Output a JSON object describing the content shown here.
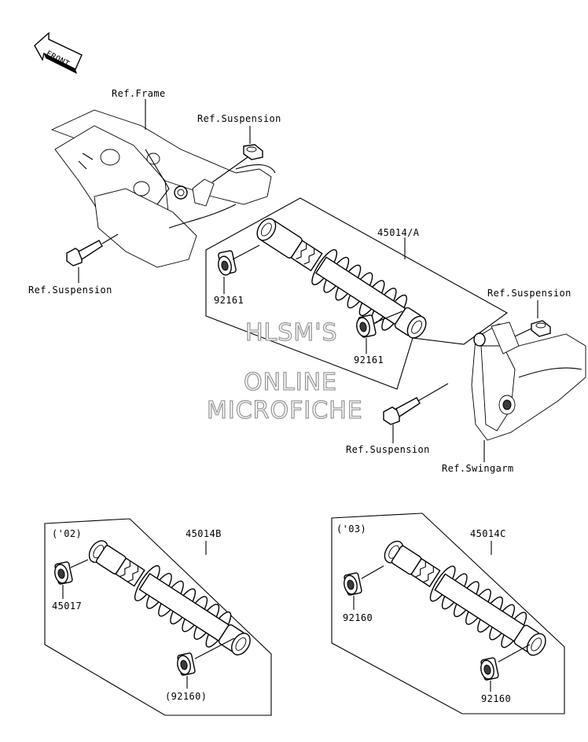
{
  "front_label": "FRONT",
  "labels": {
    "ref_frame": "Ref.Frame",
    "ref_susp_top": "Ref.Suspension",
    "ref_susp_left": "Ref.Suspension",
    "ref_susp_right": "Ref.Suspension",
    "ref_susp_bottom": "Ref.Suspension",
    "ref_swingarm": "Ref.Swingarm",
    "part_45014a": "45014/A",
    "part_92161_left": "92161",
    "part_92161_right": "92161"
  },
  "watermark": [
    "HLSM'S",
    "ONLINE",
    "MICROFICHE"
  ],
  "box_b": {
    "year": "('02)",
    "part": "45014B",
    "bushing": "45017",
    "bushing2": "(92160)"
  },
  "box_c": {
    "year": "('03)",
    "part": "45014C",
    "bushing": "92160",
    "bushing2": "92160"
  }
}
